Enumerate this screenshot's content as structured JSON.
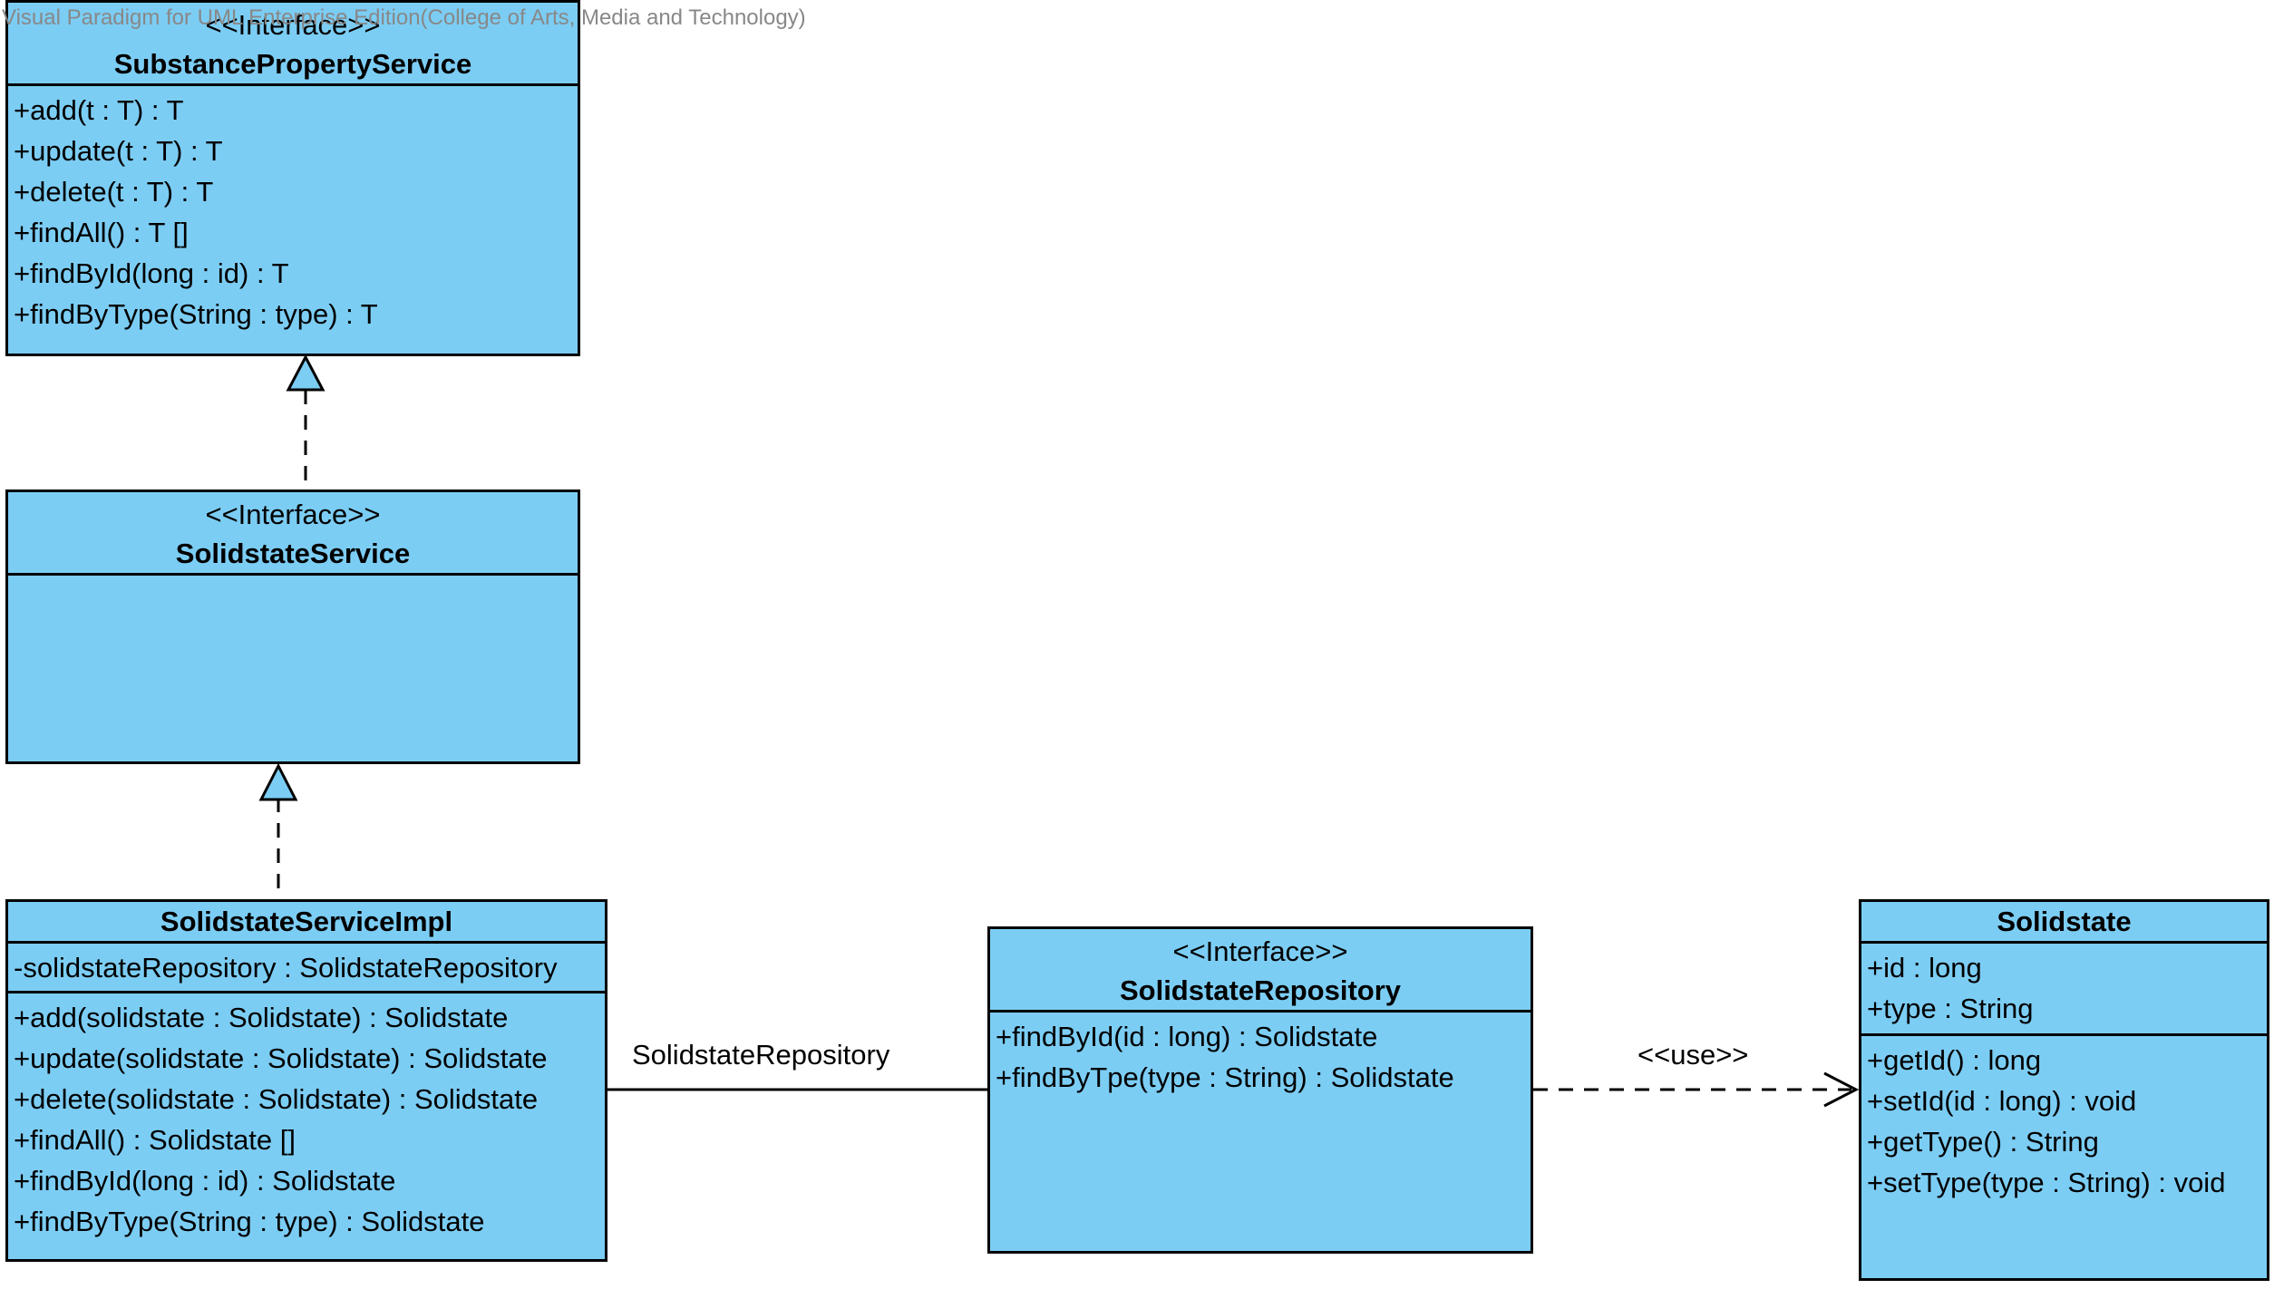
{
  "watermark": "Visual Paradigm for UML Enterprise Edition(College of Arts, Media and Technology)",
  "classes": {
    "substance_property_service": {
      "stereotype": "<<Interface>>",
      "name": "SubstancePropertyService",
      "operations": [
        "+add(t : T) : T",
        "+update(t : T) : T",
        "+delete(t : T) : T",
        "+findAll() : T []",
        "+findById(long : id) : T",
        "+findByType(String : type) : T"
      ]
    },
    "solidstate_service": {
      "stereotype": "<<Interface>>",
      "name": "SolidstateService",
      "operations": []
    },
    "solidstate_service_impl": {
      "name": "SolidstateServiceImpl",
      "attributes": [
        "-solidstateRepository : SolidstateRepository"
      ],
      "operations": [
        "+add(solidstate : Solidstate) : Solidstate",
        "+update(solidstate : Solidstate) : Solidstate",
        "+delete(solidstate : Solidstate) : Solidstate",
        "+findAll() : Solidstate []",
        "+findById(long : id) : Solidstate",
        "+findByType(String : type) : Solidstate"
      ]
    },
    "solidstate_repository": {
      "stereotype": "<<Interface>>",
      "name": "SolidstateRepository",
      "operations": [
        "+findById(id : long) : Solidstate",
        "+findByTpe(type : String) : Solidstate"
      ]
    },
    "solidstate": {
      "name": "Solidstate",
      "attributes": [
        "+id : long",
        "+type : String"
      ],
      "operations": [
        "+getId() : long",
        "+setId(id : long) : void",
        "+getType() : String",
        "+setType(type : String) : void"
      ]
    }
  },
  "relationships": {
    "association_label": "SolidstateRepository",
    "dependency_label": "<<use>>"
  },
  "colors": {
    "class_fill": "#7ccdf4",
    "line": "#000000",
    "watermark": "#888888"
  }
}
